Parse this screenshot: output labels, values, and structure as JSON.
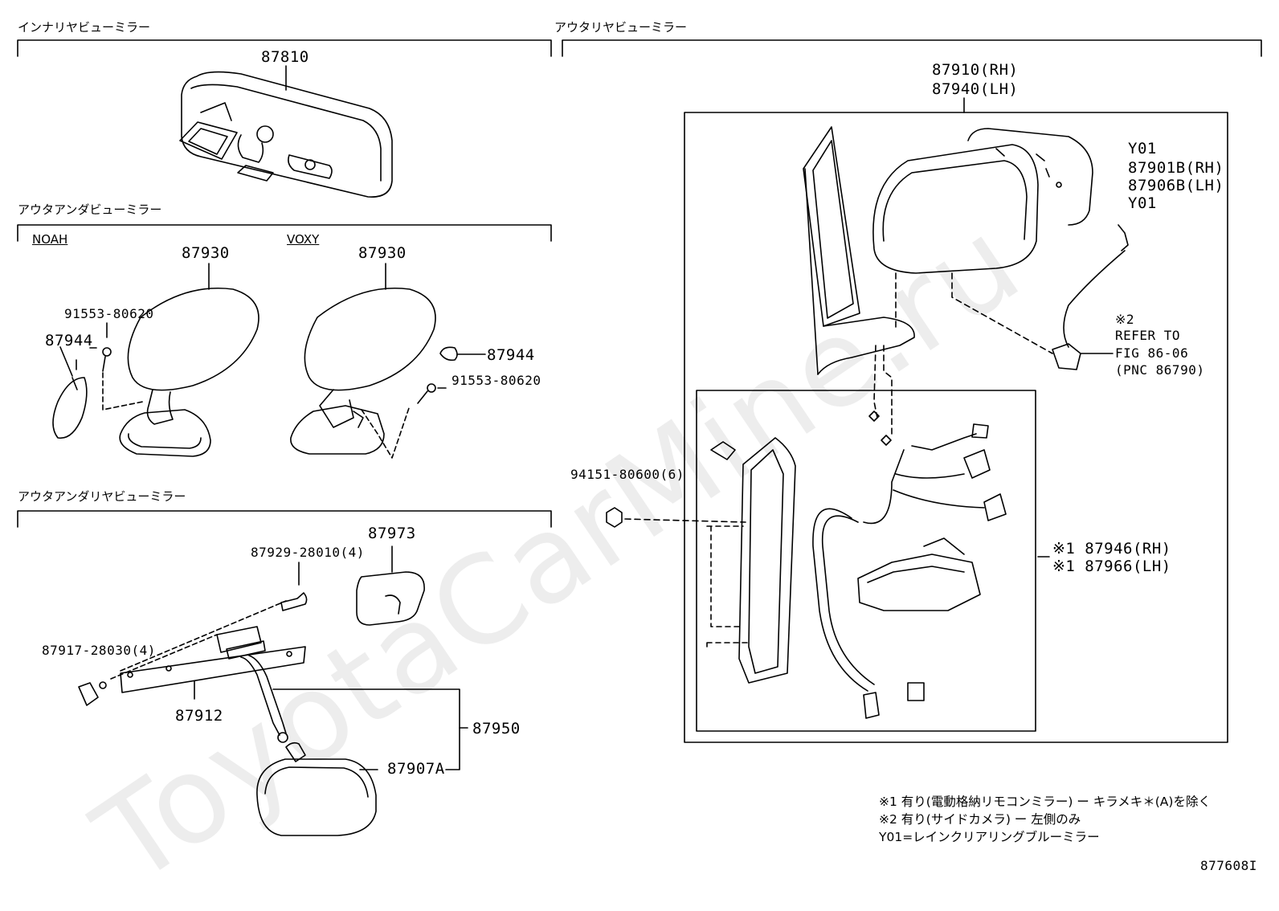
{
  "sections": {
    "inner": "インナリヤビューミラー",
    "outer": "アウタリヤビューミラー",
    "under": "アウタアンダビューミラー",
    "under_rear": "アウタアンダリヤビューミラー"
  },
  "variants": {
    "noah": "NOAH",
    "voxy": "VOXY"
  },
  "parts": {
    "p87810": "87810",
    "p87930a": "87930",
    "p87930b": "87930",
    "p91553a": "91553-80620",
    "p91553b": "91553-80620",
    "p87944a": "87944",
    "p87944b": "87944",
    "p87973": "87973",
    "p87929": "87929-28010(4)",
    "p87917": "87917-28030(4)",
    "p87912": "87912",
    "p87950": "87950",
    "p87907a": "87907A",
    "p87910": "87910(RH)",
    "p87940": "87940(LH)",
    "y01a": "Y01",
    "p87901b": "87901B(RH)",
    "p87906b": "87906B(LH)",
    "y01b": "Y01",
    "ref_mark": "※2",
    "ref1": "REFER TO",
    "ref2": "FIG 86-06",
    "ref3": "(PNC 86790)",
    "p94151": "94151-80600(6)",
    "p87946": "※1 87946(RH)",
    "p87966": "※1 87966(LH)"
  },
  "notes": {
    "n1": "※1 有り(電動格納リモコンミラー) ー キラメキ＊(A)を除く",
    "n2": "※2 有り(サイドカメラ) ー 左側のみ",
    "n3": "Y01=レインクリアリングブルーミラー"
  },
  "figure_id": "877608I",
  "watermark": "ToyotaCarMine.ru",
  "colors": {
    "line": "#000000",
    "watermark": "#e6e6e6"
  }
}
